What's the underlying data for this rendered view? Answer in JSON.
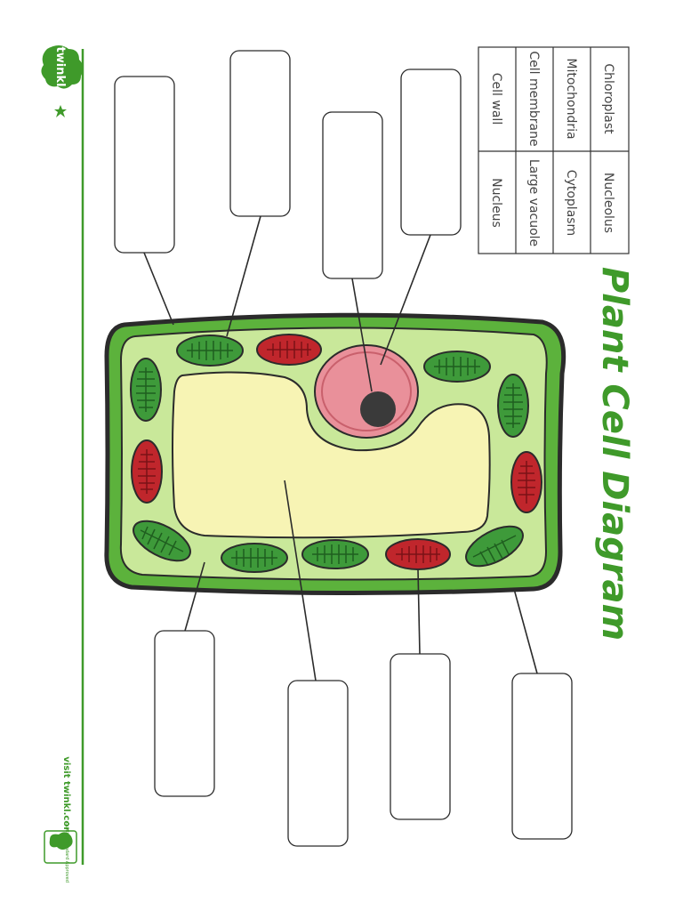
{
  "title": "Plant Cell Diagram",
  "brand": "twinkl",
  "footer_url": "visit twinkl.com",
  "badge_text": "Quality Standard Approved",
  "word_bank": {
    "columns": [
      [
        "Chloroplast",
        "Mitochondria",
        "Cell membrane",
        "Cell wall"
      ],
      [
        "Nucleolus",
        "Cytoplasm",
        "Large vacuole",
        "Nucleus"
      ]
    ]
  },
  "colors": {
    "accent_green": "#3f9a2a",
    "cell_wall": "#5cb23c",
    "cytoplasm": "#c9e89a",
    "vacuole": "#f7f4b4",
    "nucleus": "#e9909a",
    "nucleolus": "#3a3a3a",
    "chloroplast": "#3e9a3a",
    "mitochondria": "#c0262c"
  },
  "icons": [
    "twinkl-logo-icon",
    "star-icon",
    "quality-badge-icon"
  ]
}
